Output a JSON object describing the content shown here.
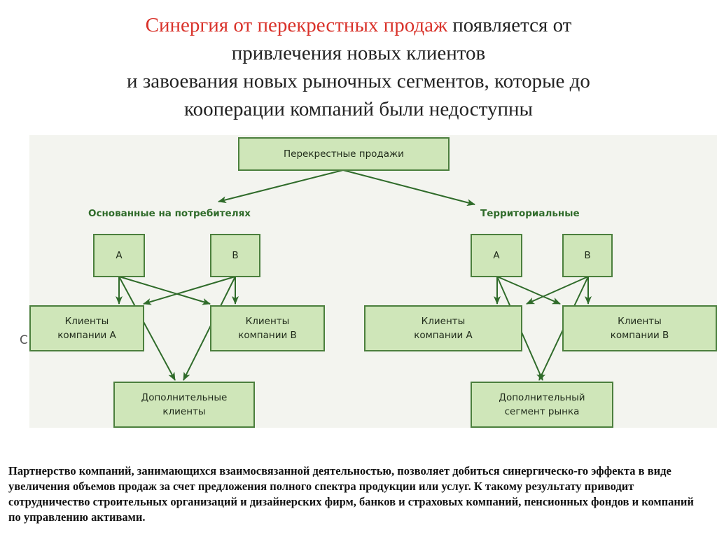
{
  "title": {
    "highlight": "Синергия от перекрестных продаж",
    "line1_rest": " появляется от",
    "line2": "привлечения новых клиентов",
    "line3": "и завоевания новых рыночных сегментов, которые до",
    "line4": "кооперации компаний были недоступны"
  },
  "diagram": {
    "root": "Перекрестные продажи",
    "left_branch": {
      "label": "Основанные на потребителях",
      "company_a": "А",
      "company_b": "В",
      "clients_a": "Клиенты\nкомпании А",
      "clients_b": "Клиенты\nкомпании В",
      "result": "Дополнительные\nклиенты"
    },
    "right_branch": {
      "label": "Территориальные",
      "company_a": "А",
      "company_b": "В",
      "clients_a": "Клиенты\nкомпании А",
      "clients_b": "Клиенты\nкомпании В",
      "result": "Дополнительный\nсегмент рынка"
    },
    "stray_glyph": "C",
    "colors": {
      "box_fill": "#cfe6b9",
      "box_border": "#4b7f3d",
      "arrow": "#2f6b2a",
      "label": "#2f6b2a"
    }
  },
  "caption": "Партнерство компаний, занимающихся взаимосвязанной деятельностью, позволяет добиться синергическо-го эффекта в виде увеличения объемов продаж за счет предложения полного спектра продукции или услуг. К такому результату приводит сотрудничество строительных организаций и дизайнерских фирм, банков и страховых компаний, пенсионных фондов и компаний по управлению активами."
}
